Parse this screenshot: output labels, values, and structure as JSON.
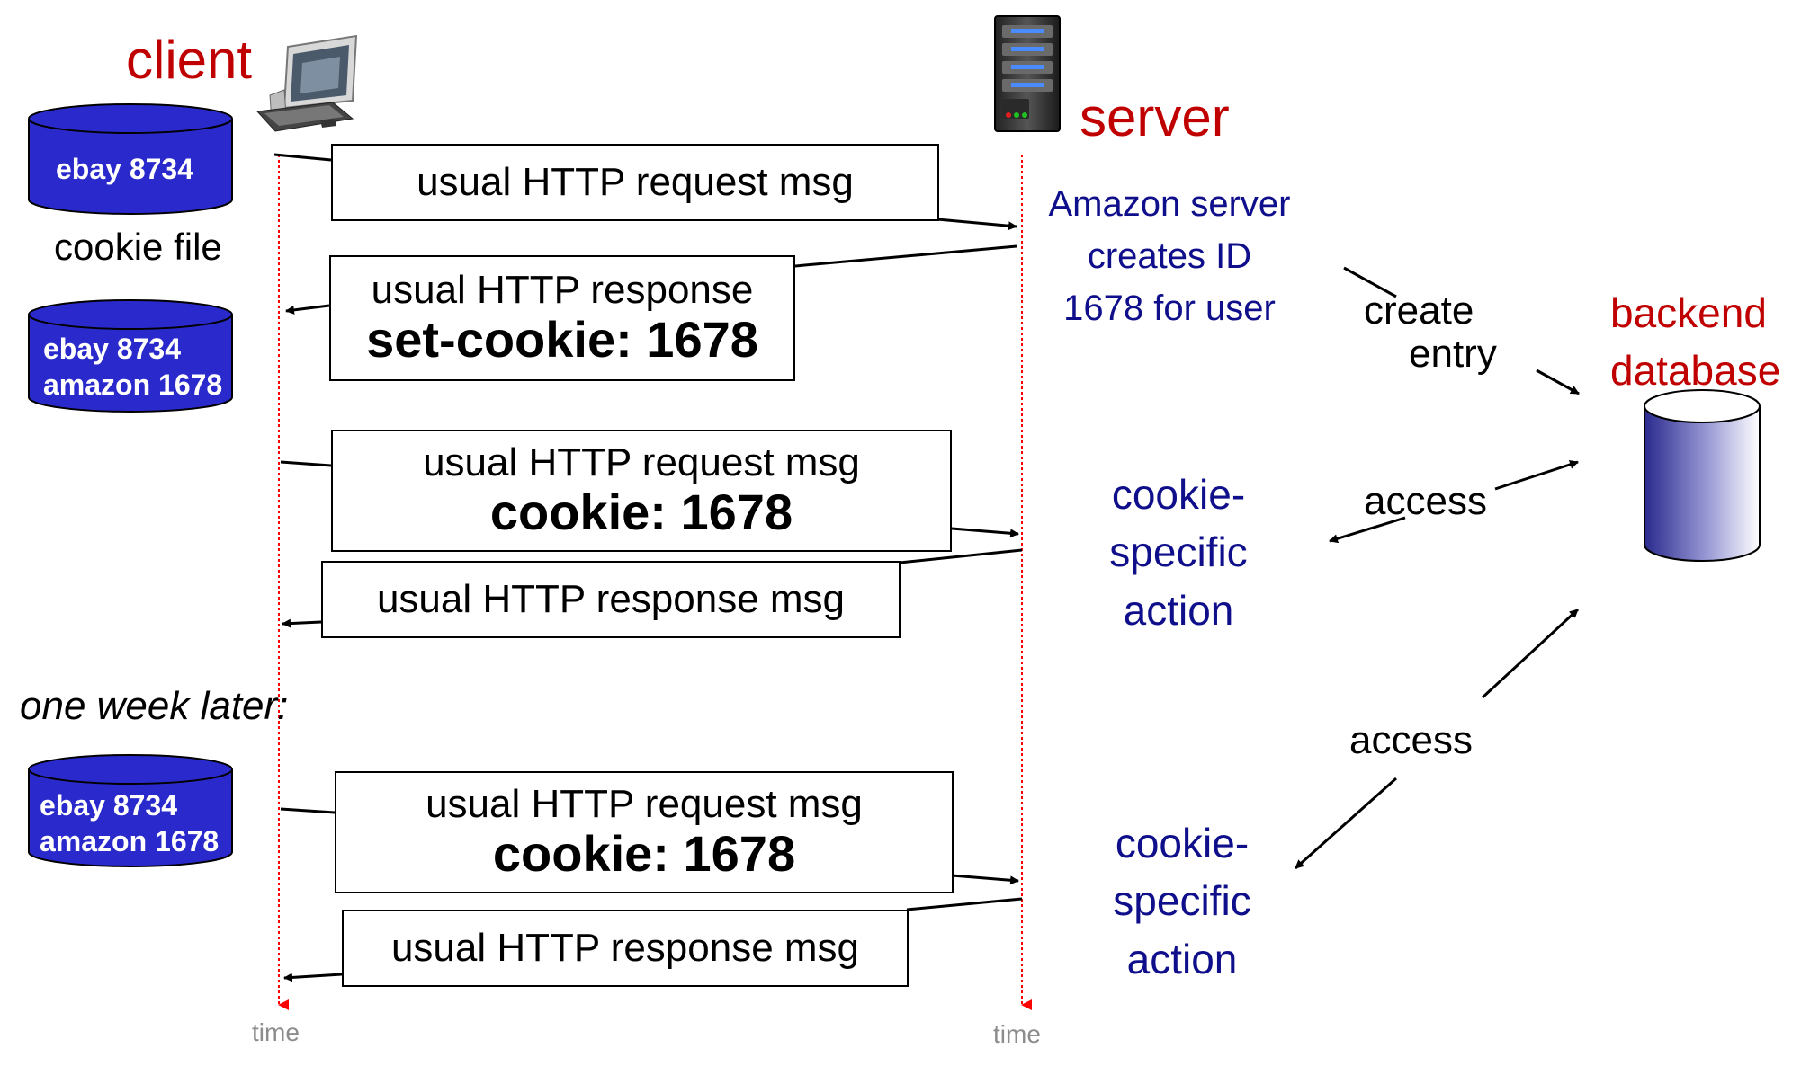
{
  "client": {
    "label": "client"
  },
  "server": {
    "label": "server"
  },
  "cookie_files": {
    "first": {
      "lines": [
        "ebay 8734"
      ],
      "caption": "cookie file"
    },
    "second": {
      "lines": [
        "ebay 8734",
        "amazon 1678"
      ]
    },
    "third": {
      "lines": [
        "ebay 8734",
        "amazon 1678"
      ]
    }
  },
  "messages": [
    {
      "text": "usual HTTP request msg",
      "bold": ""
    },
    {
      "text": "usual HTTP response",
      "bold": "set-cookie: 1678"
    },
    {
      "text": "usual HTTP request msg",
      "bold": "cookie: 1678"
    },
    {
      "text": "usual HTTP response msg",
      "bold": ""
    },
    {
      "text": "usual HTTP request msg",
      "bold": "cookie: 1678"
    },
    {
      "text": "usual HTTP response msg",
      "bold": ""
    }
  ],
  "server_note": [
    "Amazon server",
    "creates ID",
    "1678 for user"
  ],
  "actions": {
    "first": [
      "cookie-",
      "specific",
      "action"
    ],
    "second": [
      "cookie-",
      "specific",
      "action"
    ]
  },
  "db_arrows": {
    "create": [
      "create",
      "entry"
    ],
    "access_1": "access",
    "access_2": "access"
  },
  "backend": {
    "lines": [
      "backend",
      "database"
    ]
  },
  "later_label": "one week later:",
  "timeline": {
    "client_label": "time",
    "server_label": "time"
  },
  "colors": {
    "accent_red": "#c00000",
    "navy": "#0f0f8c",
    "cookie_blue": "#2222cc",
    "timeline_red": "#ff0000"
  }
}
